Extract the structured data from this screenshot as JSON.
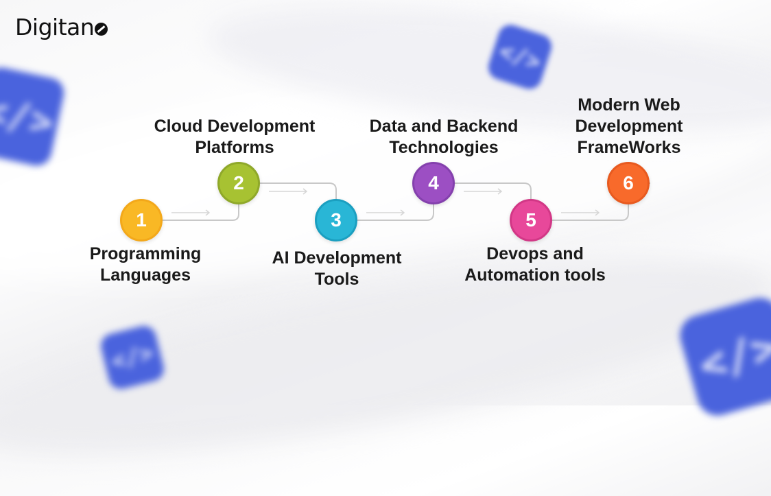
{
  "brand": {
    "name": "Digitan",
    "mark_icon": "logo-o-mark"
  },
  "steps": [
    {
      "number": "1",
      "label": "Programming\nLanguages",
      "color": "#f9b825",
      "border": "#f3a81a"
    },
    {
      "number": "2",
      "label": "Cloud Development\nPlatforms",
      "color": "#a7c232",
      "border": "#8fa82a"
    },
    {
      "number": "3",
      "label": "AI Development\nTools",
      "color": "#29b6d6",
      "border": "#1b9fc0"
    },
    {
      "number": "4",
      "label": "Data and Backend\nTechnologies",
      "color": "#9c4fc3",
      "border": "#8440ad"
    },
    {
      "number": "5",
      "label": "Devops and\nAutomation tools",
      "color": "#e8489a",
      "border": "#d23786"
    },
    {
      "number": "6",
      "label": "Modern Web\nDevelopment\nFrameWorks",
      "color": "#f86a2b",
      "border": "#e85a1f"
    }
  ],
  "decor_icons": [
    "code-tag-icon",
    "code-tag-icon",
    "code-tag-icon",
    "code-tag-icon"
  ]
}
